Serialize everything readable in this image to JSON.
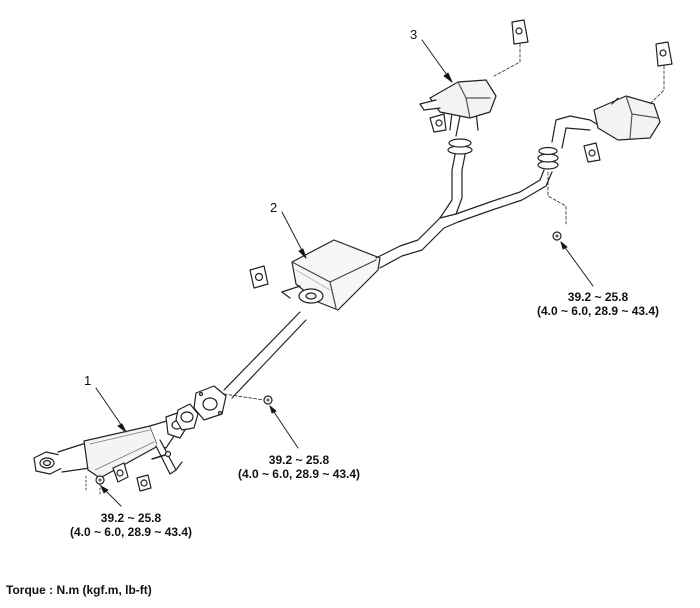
{
  "callouts": {
    "part_1": "1",
    "part_2": "2",
    "part_3": "3"
  },
  "torque_specs": {
    "front_pipe": {
      "line1": "39.2 ~ 25.8",
      "line2": "(4.0 ~ 6.0, 28.9 ~ 43.4)"
    },
    "center_flange": {
      "line1": "39.2 ~ 25.8",
      "line2": "(4.0 ~ 6.0, 28.9 ~ 43.4)"
    },
    "rear_muffler": {
      "line1": "39.2 ~ 25.8",
      "line2": "(4.0 ~ 6.0, 28.9 ~ 43.4)"
    }
  },
  "footer": {
    "torque_unit_note": "Torque : N.m (kgf.m, lb-ft)"
  }
}
